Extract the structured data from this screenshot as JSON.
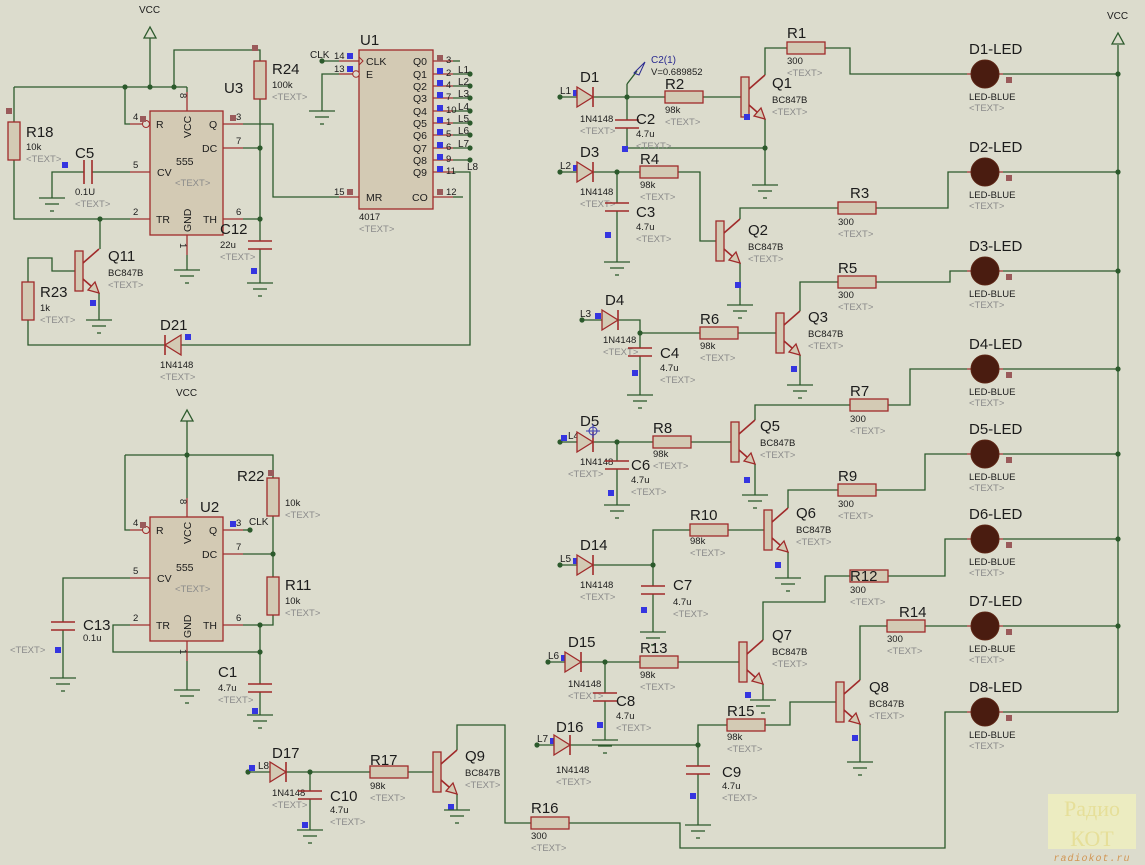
{
  "colors": {
    "background": "#dcdccd",
    "wire": "#2c5a2c",
    "component_outline": "#a02a2a",
    "component_fill": "#d3cab4",
    "led": "#4a1c10",
    "pin_marker_blue": "#3535e0",
    "pin_marker_brown": "#9a5a5a"
  },
  "nets": {
    "vcc_top": "VCC",
    "vcc_bottom": "VCC",
    "vcc_right": "VCC",
    "clk_u1": "CLK",
    "clk_u2": "CLK",
    "outputs": [
      "L1",
      "L2",
      "L3",
      "L4",
      "L5",
      "L6",
      "L7",
      "L8"
    ],
    "inputs": [
      "L1",
      "L2",
      "L3",
      "L4",
      "L5",
      "L6",
      "L7",
      "L8"
    ]
  },
  "probe": {
    "label": "C2(1)",
    "value": "V=0.689852"
  },
  "ics": {
    "U3": {
      "ref": "U3",
      "part": "555",
      "text": "<TEXT>",
      "pins": [
        {
          "name": "R",
          "num": "4"
        },
        {
          "name": "VCC",
          "num": "8"
        },
        {
          "name": "Q",
          "num": "3"
        },
        {
          "name": "DC",
          "num": "7"
        },
        {
          "name": "CV",
          "num": "5"
        },
        {
          "name": "TR",
          "num": "2"
        },
        {
          "name": "GND",
          "num": "1"
        },
        {
          "name": "TH",
          "num": "6"
        }
      ]
    },
    "U2": {
      "ref": "U2",
      "part": "555",
      "text": "<TEXT>",
      "pins": [
        {
          "name": "R",
          "num": "4"
        },
        {
          "name": "VCC",
          "num": "8"
        },
        {
          "name": "Q",
          "num": "3"
        },
        {
          "name": "DC",
          "num": "7"
        },
        {
          "name": "CV",
          "num": "5"
        },
        {
          "name": "TR",
          "num": "2"
        },
        {
          "name": "GND",
          "num": "1"
        },
        {
          "name": "TH",
          "num": "6"
        }
      ]
    },
    "U1": {
      "ref": "U1",
      "part": "4017",
      "text": "<TEXT>",
      "pins": [
        {
          "name": "CLK",
          "num": "14"
        },
        {
          "name": "E",
          "num": "13"
        },
        {
          "name": "MR",
          "num": "15"
        },
        {
          "name": "Q0",
          "num": "3"
        },
        {
          "name": "Q1",
          "num": "2"
        },
        {
          "name": "Q2",
          "num": "4"
        },
        {
          "name": "Q3",
          "num": "7"
        },
        {
          "name": "Q4",
          "num": "10"
        },
        {
          "name": "Q5",
          "num": "1"
        },
        {
          "name": "Q6",
          "num": "5"
        },
        {
          "name": "Q7",
          "num": "6"
        },
        {
          "name": "Q8",
          "num": "9"
        },
        {
          "name": "Q9",
          "num": "11"
        },
        {
          "name": "CO",
          "num": "12"
        }
      ]
    }
  },
  "components": {
    "R18": {
      "ref": "R18",
      "value": "10k",
      "text": "<TEXT>"
    },
    "R24": {
      "ref": "R24",
      "value": "100k",
      "text": "<TEXT>"
    },
    "R23": {
      "ref": "R23",
      "value": "1k",
      "text": "<TEXT>"
    },
    "R22": {
      "ref": "R22",
      "value": "10k",
      "text": "<TEXT>"
    },
    "R11": {
      "ref": "R11",
      "value": "10k",
      "text": "<TEXT>"
    },
    "R17": {
      "ref": "R17",
      "value": "98k",
      "text": "<TEXT>"
    },
    "R16": {
      "ref": "R16",
      "value": "300",
      "text": "<TEXT>"
    },
    "R1": {
      "ref": "R1",
      "value": "300",
      "text": "<TEXT>"
    },
    "R2": {
      "ref": "R2",
      "value": "98k",
      "text": "<TEXT>"
    },
    "R3": {
      "ref": "R3",
      "value": "300",
      "text": "<TEXT>"
    },
    "R4": {
      "ref": "R4",
      "value": "98k",
      "text": "<TEXT>"
    },
    "R5": {
      "ref": "R5",
      "value": "300",
      "text": "<TEXT>"
    },
    "R6": {
      "ref": "R6",
      "value": "98k",
      "text": "<TEXT>"
    },
    "R7": {
      "ref": "R7",
      "value": "300",
      "text": "<TEXT>"
    },
    "R8": {
      "ref": "R8",
      "value": "98k",
      "text": "<TEXT>"
    },
    "R9": {
      "ref": "R9",
      "value": "300",
      "text": "<TEXT>"
    },
    "R10": {
      "ref": "R10",
      "value": "98k",
      "text": "<TEXT>"
    },
    "R12": {
      "ref": "R12",
      "value": "300",
      "text": "<TEXT>"
    },
    "R13": {
      "ref": "R13",
      "value": "98k",
      "text": "<TEXT>"
    },
    "R14": {
      "ref": "R14",
      "value": "300",
      "text": "<TEXT>"
    },
    "R15": {
      "ref": "R15",
      "value": "98k",
      "text": "<TEXT>"
    },
    "C5": {
      "ref": "C5",
      "value": "0.1U",
      "text": "<TEXT>"
    },
    "C12": {
      "ref": "C12",
      "value": "22u",
      "text": "<TEXT>"
    },
    "C13": {
      "ref": "C13",
      "value": "0.1u",
      "text": "<TEXT>"
    },
    "C1": {
      "ref": "C1",
      "value": "4.7u",
      "text": "<TEXT>"
    },
    "C10": {
      "ref": "C10",
      "value": "4.7u",
      "text": "<TEXT>"
    },
    "C2": {
      "ref": "C2",
      "value": "4.7u",
      "text": "<TEXT>"
    },
    "C3": {
      "ref": "C3",
      "value": "4.7u",
      "text": "<TEXT>"
    },
    "C4": {
      "ref": "C4",
      "value": "4.7u",
      "text": "<TEXT>"
    },
    "C6": {
      "ref": "C6",
      "value": "4.7u",
      "text": "<TEXT>"
    },
    "C7": {
      "ref": "C7",
      "value": "4.7u",
      "text": "<TEXT>"
    },
    "C8": {
      "ref": "C8",
      "value": "4.7u",
      "text": "<TEXT>"
    },
    "C9": {
      "ref": "C9",
      "value": "4.7u",
      "text": "<TEXT>"
    },
    "D21": {
      "ref": "D21",
      "value": "1N4148",
      "text": "<TEXT>"
    },
    "D17": {
      "ref": "D17",
      "value": "1N4148",
      "text": "<TEXT>"
    },
    "D1": {
      "ref": "D1",
      "value": "1N4148",
      "text": "<TEXT>"
    },
    "D3": {
      "ref": "D3",
      "value": "1N4148",
      "text": "<TEXT>"
    },
    "D4": {
      "ref": "D4",
      "value": "1N4148",
      "text": "<TEXT>"
    },
    "D5": {
      "ref": "D5",
      "value": "1N4148",
      "text": "<TEXT>"
    },
    "D14": {
      "ref": "D14",
      "value": "1N4148",
      "text": "<TEXT>"
    },
    "D15": {
      "ref": "D15",
      "value": "1N4148",
      "text": "<TEXT>"
    },
    "D16": {
      "ref": "D16",
      "value": "1N4148",
      "text": "<TEXT>"
    },
    "Q11": {
      "ref": "Q11",
      "value": "BC847B",
      "text": "<TEXT>"
    },
    "Q9": {
      "ref": "Q9",
      "value": "BC847B",
      "text": "<TEXT>"
    },
    "Q1": {
      "ref": "Q1",
      "value": "BC847B",
      "text": "<TEXT>"
    },
    "Q2": {
      "ref": "Q2",
      "value": "BC847B",
      "text": "<TEXT>"
    },
    "Q3": {
      "ref": "Q3",
      "value": "BC847B",
      "text": "<TEXT>"
    },
    "Q5": {
      "ref": "Q5",
      "value": "BC847B",
      "text": "<TEXT>"
    },
    "Q6": {
      "ref": "Q6",
      "value": "BC847B",
      "text": "<TEXT>"
    },
    "Q7": {
      "ref": "Q7",
      "value": "BC847B",
      "text": "<TEXT>"
    },
    "Q8": {
      "ref": "Q8",
      "value": "BC847B",
      "text": "<TEXT>"
    },
    "D1-LED": {
      "ref": "D1-LED",
      "value": "LED-BLUE",
      "text": "<TEXT>"
    },
    "D2-LED": {
      "ref": "D2-LED",
      "value": "LED-BLUE",
      "text": "<TEXT>"
    },
    "D3-LED": {
      "ref": "D3-LED",
      "value": "LED-BLUE",
      "text": "<TEXT>"
    },
    "D4-LED": {
      "ref": "D4-LED",
      "value": "LED-BLUE",
      "text": "<TEXT>"
    },
    "D5-LED": {
      "ref": "D5-LED",
      "value": "LED-BLUE",
      "text": "<TEXT>"
    },
    "D6-LED": {
      "ref": "D6-LED",
      "value": "LED-BLUE",
      "text": "<TEXT>"
    },
    "D7-LED": {
      "ref": "D7-LED",
      "value": "LED-BLUE",
      "text": "<TEXT>"
    },
    "D8-LED": {
      "ref": "D8-LED",
      "value": "LED-BLUE",
      "text": "<TEXT>"
    }
  },
  "watermark": {
    "title": "Радио КОТ",
    "url": "radiokot.ru"
  }
}
